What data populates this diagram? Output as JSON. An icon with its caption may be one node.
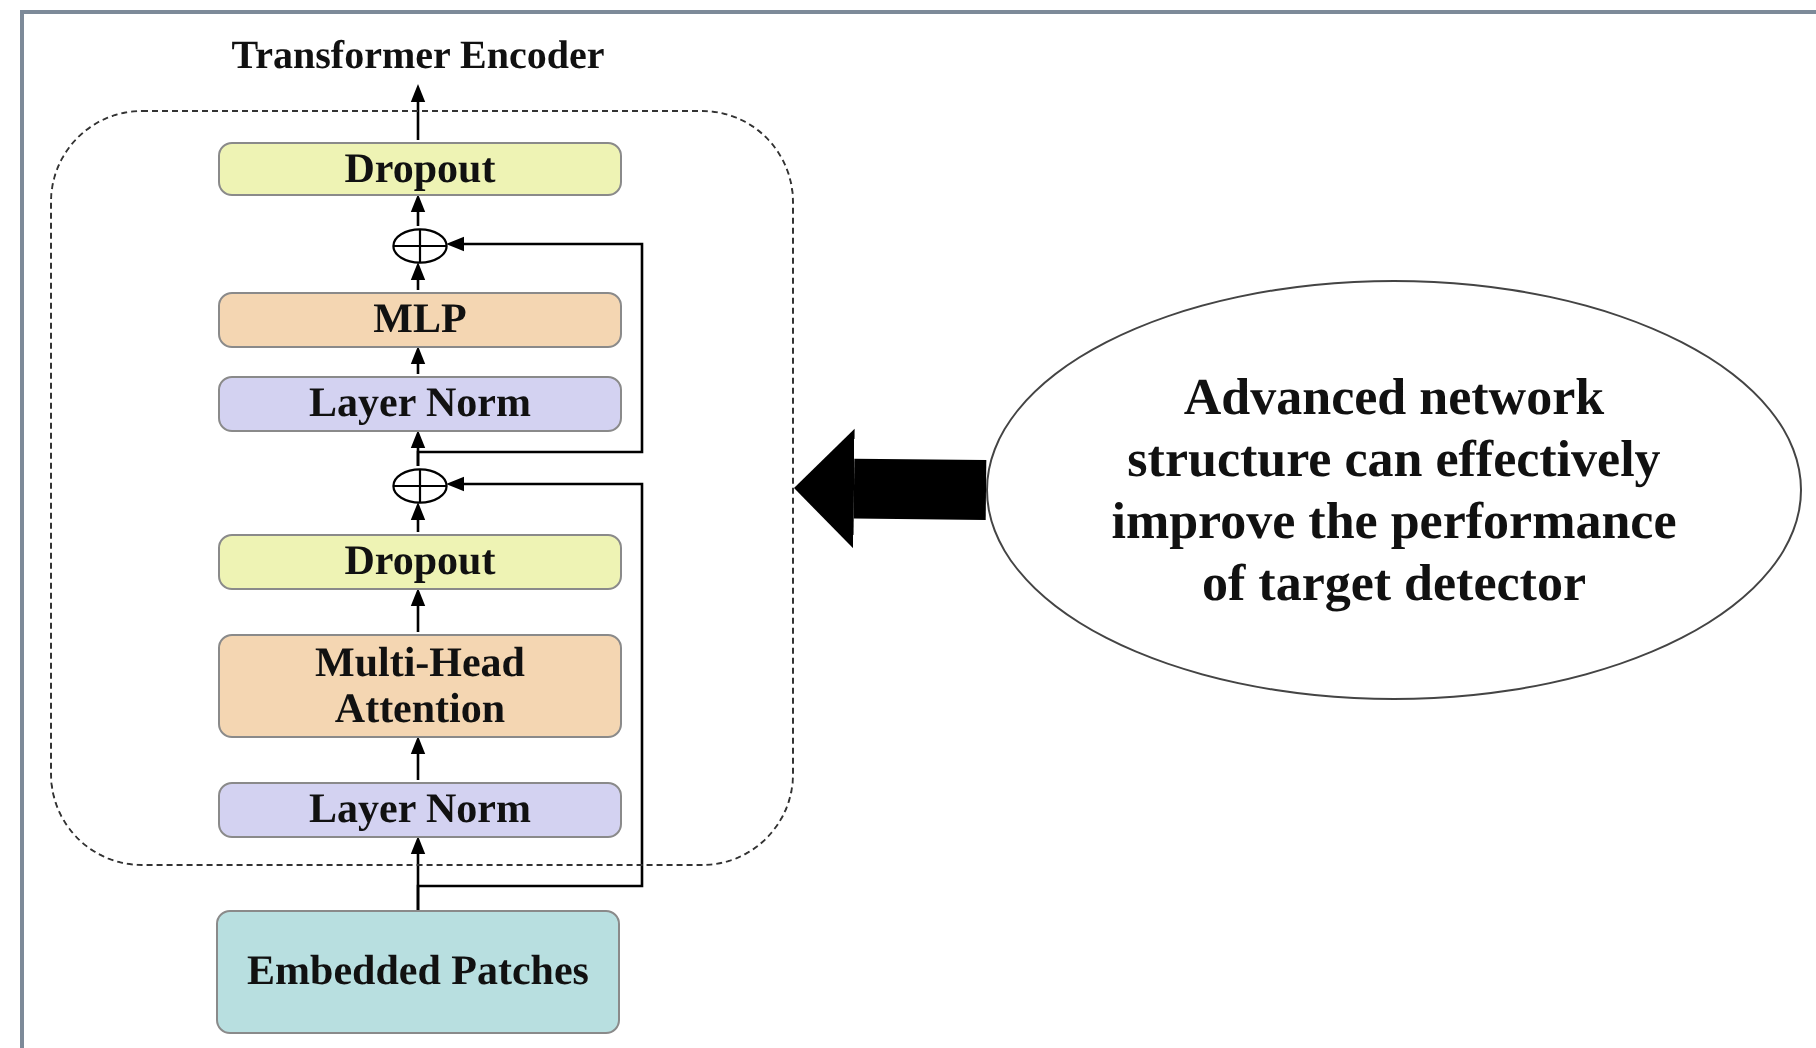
{
  "diagram": {
    "nodes": [
      {
        "text": [
          "Transformer Encoder"
        ]
      },
      {
        "text": [],
        "shape": "box"
      },
      {
        "text": [
          "Dropout"
        ],
        "in": 1
      },
      {
        "text": [],
        "shape": "circle",
        "in": 1
      },
      {
        "text": [
          "MLP"
        ],
        "in": 1
      },
      {
        "text": [
          "Layer Norm"
        ],
        "in": 1
      },
      {
        "text": [],
        "shape": "circle",
        "in": 1
      },
      {
        "text": [
          "Dropout"
        ],
        "in": 1
      },
      {
        "text": [
          "Multi-Head Attention"
        ],
        "in": 1
      },
      {
        "text": [
          "Layer Norm"
        ],
        "in": 1
      },
      {
        "text": [
          "Embedded Patches"
        ]
      },
      {
        "text": [
          "Advanced network structure can effectively improve the performance of target detector"
        ]
      }
    ],
    "edges": [
      {
        "from": 2,
        "to": 0,
        "arrow": "to"
      },
      {
        "from": 3,
        "to": 2,
        "arrow": "to"
      },
      {
        "from": 4,
        "to": 3,
        "arrow": "to"
      },
      {
        "from": 5,
        "to": 4,
        "arrow": "to"
      },
      {
        "from": 6,
        "to": 5,
        "arrow": "to"
      },
      {
        "from": 7,
        "to": 6,
        "arrow": "to"
      },
      {
        "from": 8,
        "to": 7,
        "arrow": "to"
      },
      {
        "from": 9,
        "to": 8,
        "arrow": "to"
      },
      {
        "from": 10,
        "to": 9,
        "arrow": "to"
      },
      {
        "from": 10,
        "to": 6,
        "arrow": "to"
      },
      {
        "from": 6,
        "to": 3,
        "arrow": "to"
      },
      {
        "from": 11,
        "to": 1,
        "arrow": "to",
        "style": "thick"
      }
    ]
  }
}
